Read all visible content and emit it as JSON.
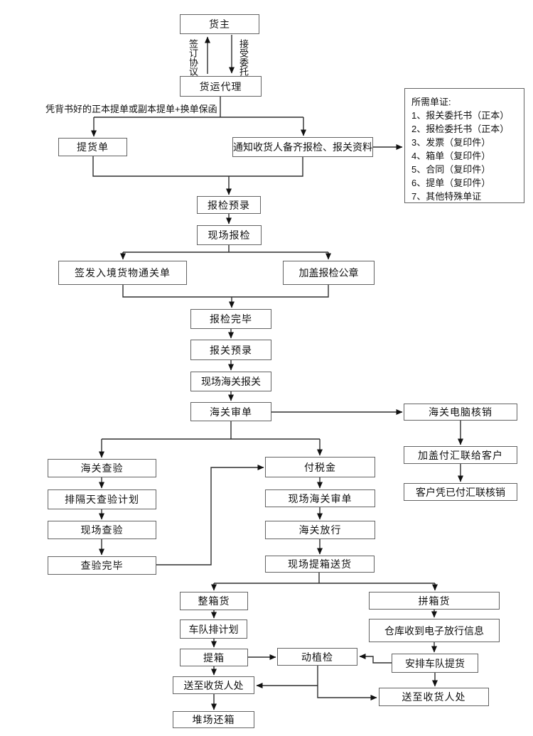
{
  "nodes": {
    "cargo_owner": "货主",
    "freight_agent": "货运代理",
    "delivery_order": "提货单",
    "notify_consignee": "通知收货人备齐报检、报关资料",
    "inspection_preentry": "报检预录",
    "onsite_inspection": "现场报检",
    "issue_clearance": "签发入境货物通关单",
    "stamp_inspection_seal": "加盖报检公章",
    "inspection_done": "报检完毕",
    "customs_preentry": "报关预录",
    "onsite_customs_declare": "现场海关报关",
    "customs_review": "海关审单",
    "customs_computer_writeoff": "海关电脑核销",
    "stamp_payment_copy": "加盖付汇联给客户",
    "client_writeoff": "客户凭已付汇联核销",
    "customs_examination": "海关查验",
    "schedule_exam_plan": "排隔天查验计划",
    "onsite_examination": "现场查验",
    "examination_done": "查验完毕",
    "pay_tax": "付税金",
    "onsite_customs_review": "现场海关审单",
    "customs_release": "海关放行",
    "onsite_pickup_delivery": "现场提箱送货",
    "fcl": "整箱货",
    "lcl": "拼箱货",
    "fleet_schedule": "车队排计划",
    "warehouse_release_info": "仓库收到电子放行信息",
    "pickup_container": "提箱",
    "quarantine": "动植检",
    "arrange_fleet_pickup": "安排车队提货",
    "deliver_to_consignee_left": "送至收货人处",
    "deliver_to_consignee_right": "送至收货人处",
    "return_container": "堆场还箱"
  },
  "edge_labels": {
    "sign_agreement": "签订协议",
    "accept_entrustment": "接受委托",
    "bl_note": "凭背书好的正本提单或副本提单+换单保函"
  },
  "required_documents": {
    "title": "所需单证:",
    "items": [
      "1、报关委托书（正本）",
      "2、报检委托书（正本）",
      "3、发票（复印件）",
      "4、箱单（复印件）",
      "5、合同（复印件）",
      "6、提单（复印件）",
      "7、其他特殊单证"
    ]
  },
  "colors": {
    "box_border": "#636363",
    "line": "#2e2e2e",
    "text": "#111111",
    "background": "#ffffff"
  }
}
